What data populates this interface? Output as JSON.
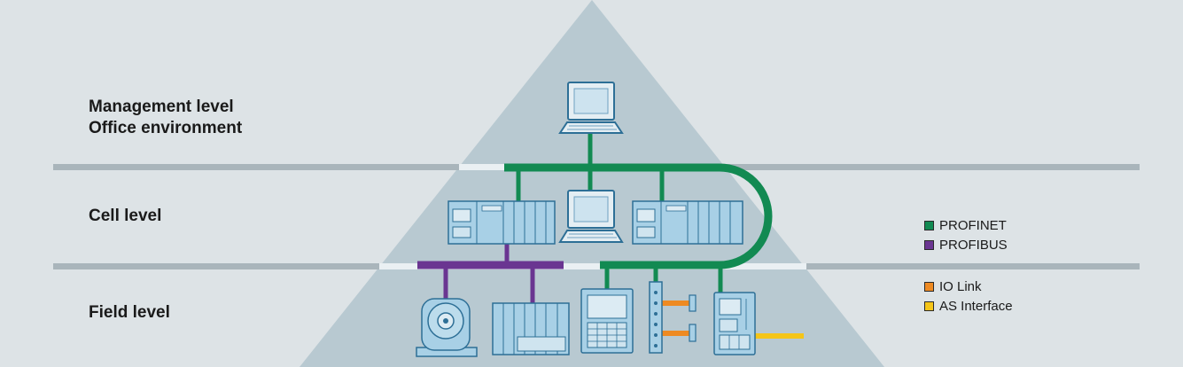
{
  "levels": {
    "management_line1": "Management level",
    "management_line2": "Office environment",
    "cell": "Cell level",
    "field": "Field level"
  },
  "legend_networks": [
    {
      "label": "PROFINET",
      "color": "#128a52"
    },
    {
      "label": "PROFIBUS",
      "color": "#6a3591"
    }
  ],
  "legend_interfaces": [
    {
      "label": "IO Link",
      "color": "#ee8a22"
    },
    {
      "label": "AS Interface",
      "color": "#f5c518"
    }
  ],
  "colors": {
    "background": "#dde3e6",
    "pyramid": "#b8c9d1",
    "level_divider": "#a9b5bb",
    "device_blue": "#a8d0e6",
    "device_outline": "#2d6f96"
  },
  "icons": [
    "computer-icon",
    "plc-icon",
    "motor-icon",
    "io-module-icon",
    "hmi-panel-icon",
    "io-link-master-icon",
    "as-interface-module-icon"
  ]
}
